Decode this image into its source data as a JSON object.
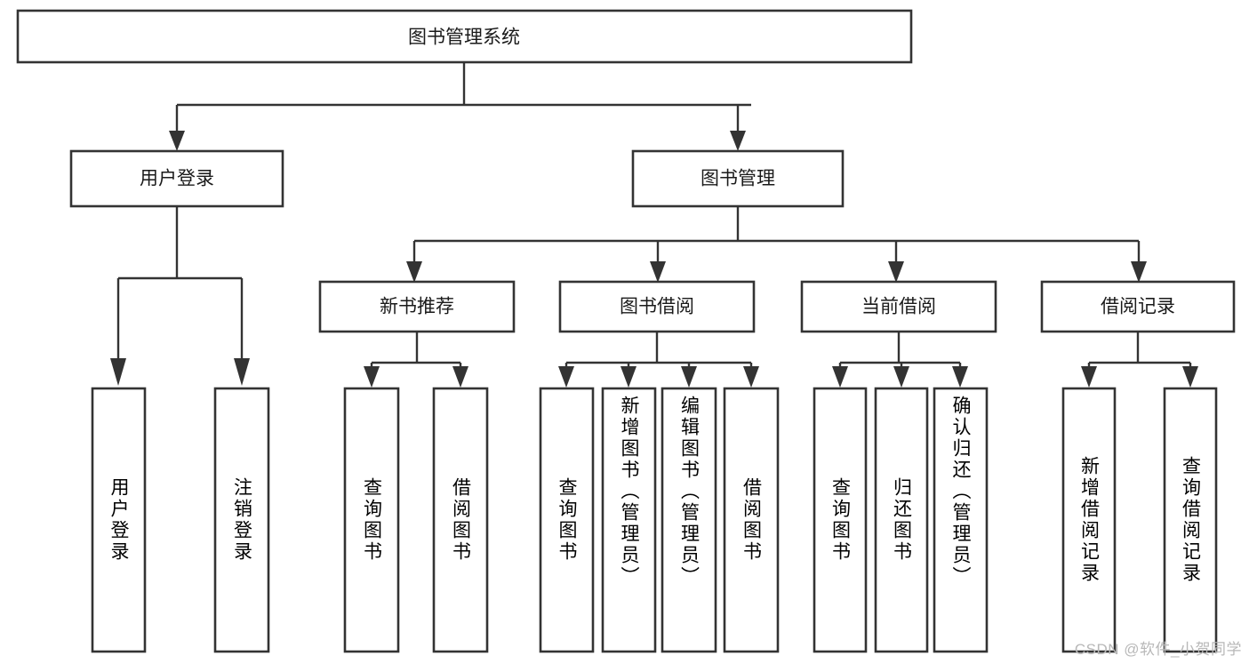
{
  "diagram": {
    "type": "tree-hierarchy-flowchart",
    "root": {
      "id": "root",
      "label": "图书管理系统"
    },
    "level2": [
      {
        "id": "user-login",
        "label": "用户登录"
      },
      {
        "id": "book-management",
        "label": "图书管理"
      }
    ],
    "level3": [
      {
        "id": "new-book-recommend",
        "label": "新书推荐",
        "parent": "book-management"
      },
      {
        "id": "book-borrow",
        "label": "图书借阅",
        "parent": "book-management"
      },
      {
        "id": "current-borrow",
        "label": "当前借阅",
        "parent": "book-management"
      },
      {
        "id": "borrow-record",
        "label": "借阅记录",
        "parent": "book-management"
      }
    ],
    "leaves": [
      {
        "id": "leaf-user-login",
        "label": "用户登录",
        "parent": "user-login"
      },
      {
        "id": "leaf-logout-login",
        "label": "注销登录",
        "parent": "user-login"
      },
      {
        "id": "leaf-query-book-1",
        "label": "查询图书",
        "parent": "new-book-recommend"
      },
      {
        "id": "leaf-borrow-book-1",
        "label": "借阅图书",
        "parent": "new-book-recommend"
      },
      {
        "id": "leaf-query-book-2",
        "label": "查询图书",
        "parent": "book-borrow"
      },
      {
        "id": "leaf-add-book",
        "label": "新增图书（管理员）",
        "parent": "book-borrow"
      },
      {
        "id": "leaf-edit-book",
        "label": "编辑图书（管理员）",
        "parent": "book-borrow"
      },
      {
        "id": "leaf-borrow-book-2",
        "label": "借阅图书",
        "parent": "book-borrow"
      },
      {
        "id": "leaf-query-book-3",
        "label": "查询图书",
        "parent": "current-borrow"
      },
      {
        "id": "leaf-return-book",
        "label": "归还图书",
        "parent": "current-borrow"
      },
      {
        "id": "leaf-confirm-return",
        "label": "确认归还（管理员）",
        "parent": "current-borrow"
      },
      {
        "id": "leaf-add-record",
        "label": "新增借阅记录",
        "parent": "borrow-record"
      },
      {
        "id": "leaf-query-record",
        "label": "查询借阅记录",
        "parent": "borrow-record"
      }
    ]
  },
  "watermark": {
    "text": "CSDN @软件_小贺同学"
  },
  "colors": {
    "stroke": "#333333",
    "fill": "#ffffff",
    "text": "#1a1a1a",
    "watermark": "#b8b8b8"
  }
}
